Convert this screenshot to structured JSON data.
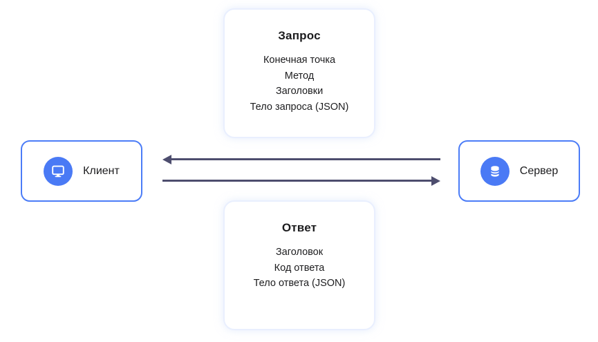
{
  "request_card": {
    "title": "Запрос",
    "items": [
      "Конечная точка",
      "Метод",
      "Заголовки",
      "Тело запроса (JSON)"
    ]
  },
  "response_card": {
    "title": "Ответ",
    "items": [
      "Заголовок",
      "Код ответа",
      "Тело ответа (JSON)"
    ]
  },
  "client_node": {
    "label": "Клиент",
    "icon": "monitor-icon"
  },
  "server_node": {
    "label": "Сервер",
    "icon": "database-icon"
  },
  "arrows": {
    "server_to_client": "server-to-client",
    "client_to_server": "client-to-server"
  },
  "colors": {
    "node_accent": "#4a7af5",
    "node_border": "#4b7cf7",
    "card_border": "#e9effe",
    "arrow": "#4d4d6e",
    "text": "#1c1c1e"
  }
}
